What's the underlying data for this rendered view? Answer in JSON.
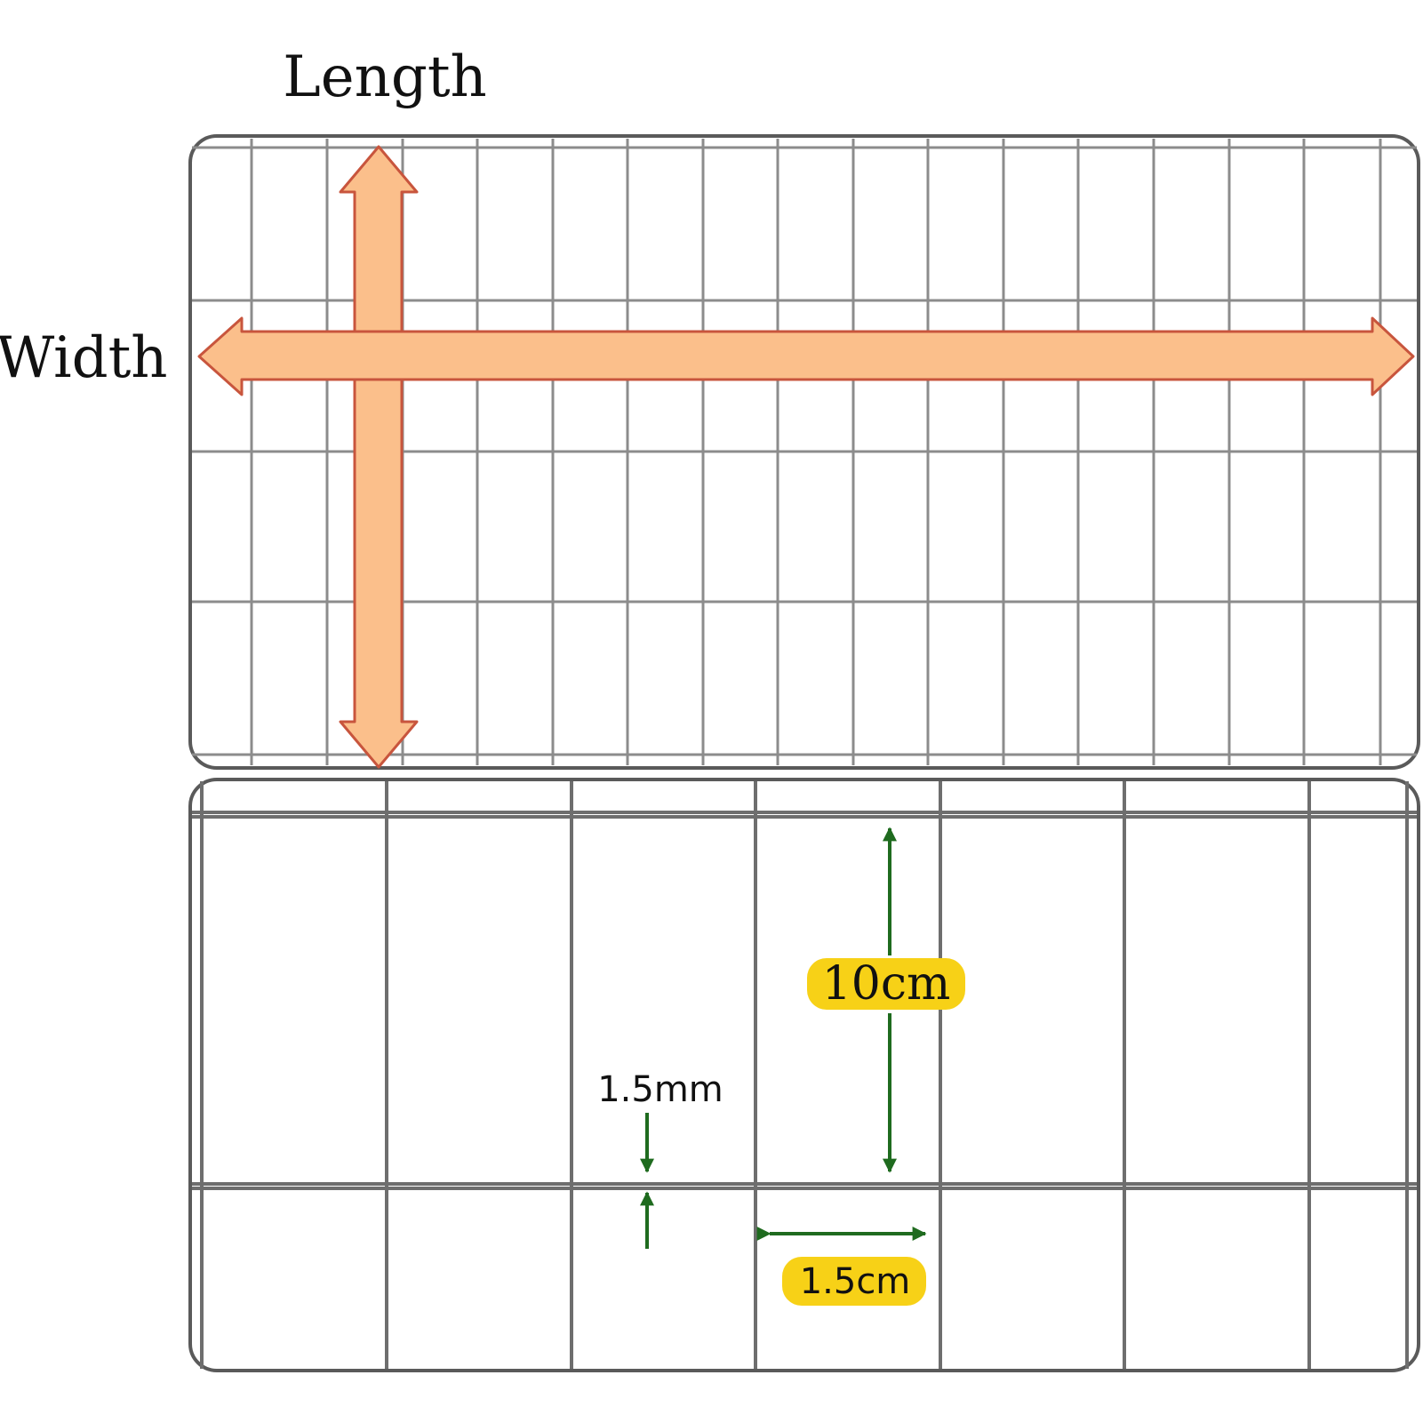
{
  "labels": {
    "length": "Length",
    "width": "Width",
    "height_10cm": "10cm",
    "gap_1_5mm": "1.5mm",
    "spacing_1_5cm": "1.5cm"
  },
  "colors": {
    "grid_line": "#8c8c8c",
    "panel_border": "#5a5a5a",
    "arrow_fill": "#fbbf8b",
    "arrow_outline": "#c8553d",
    "dimension_arrow": "#1f6b1f",
    "badge_fill": "#f7d117"
  },
  "icons": {
    "length_arrow": "double-arrow-vertical-icon",
    "width_arrow": "double-arrow-horizontal-icon"
  }
}
